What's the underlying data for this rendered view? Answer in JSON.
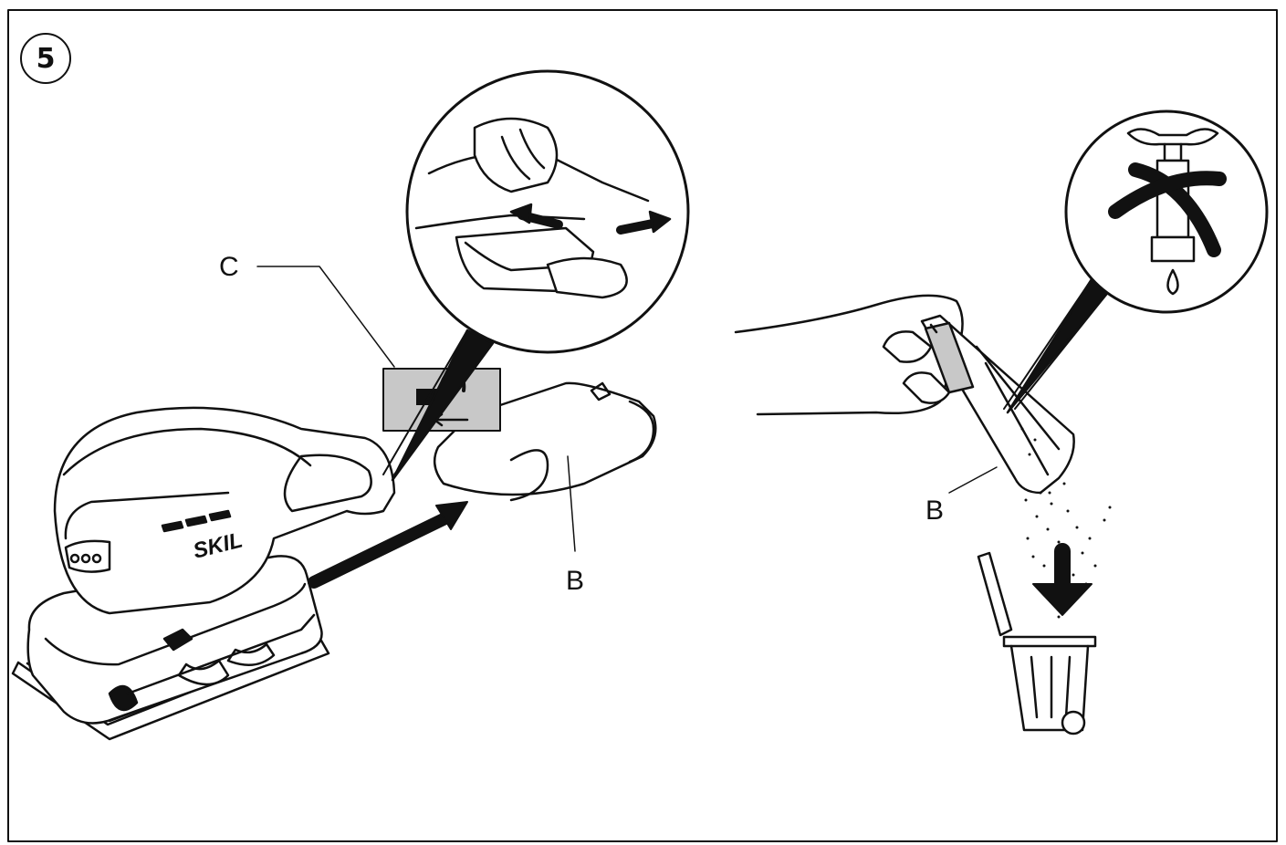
{
  "figure": {
    "step_number": "5",
    "label_c": "C",
    "label_b_bag": "B",
    "label_b_emptying": "B",
    "brand": "SKIL"
  }
}
